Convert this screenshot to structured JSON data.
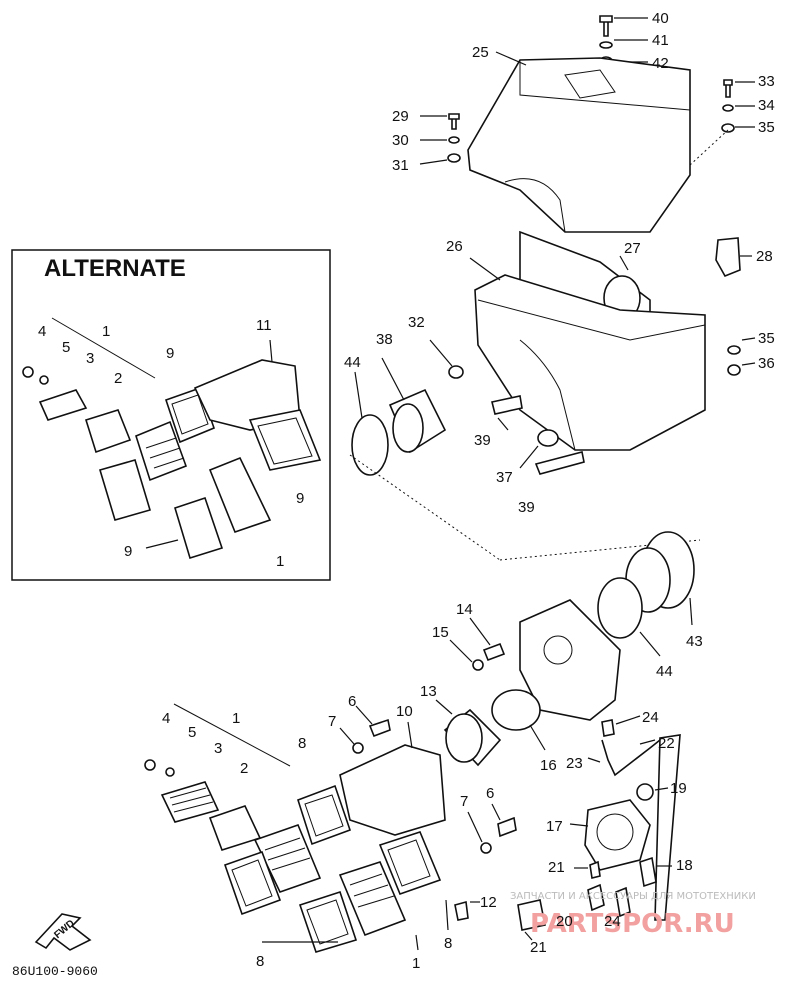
{
  "alternate_title": "ALTERNATE",
  "diagram_code": "86U100-9060",
  "fwd_label": "FWD",
  "watermark": {
    "small": "ЗАПЧАСТИ И АКСЕССУАРЫ ДЛЯ МОТОТЕХНИКИ",
    "big": "PARTSPOR.RU"
  },
  "callouts": [
    {
      "id": "c40",
      "text": "40"
    },
    {
      "id": "c41",
      "text": "41"
    },
    {
      "id": "c42",
      "text": "42"
    },
    {
      "id": "c25",
      "text": "25"
    },
    {
      "id": "c33",
      "text": "33"
    },
    {
      "id": "c34",
      "text": "34"
    },
    {
      "id": "c35a",
      "text": "35"
    },
    {
      "id": "c29",
      "text": "29"
    },
    {
      "id": "c30",
      "text": "30"
    },
    {
      "id": "c31",
      "text": "31"
    },
    {
      "id": "c26",
      "text": "26"
    },
    {
      "id": "c27",
      "text": "27"
    },
    {
      "id": "c28",
      "text": "28"
    },
    {
      "id": "c32",
      "text": "32"
    },
    {
      "id": "c38",
      "text": "38"
    },
    {
      "id": "c44a",
      "text": "44"
    },
    {
      "id": "c35b",
      "text": "35"
    },
    {
      "id": "c36",
      "text": "36"
    },
    {
      "id": "c39a",
      "text": "39"
    },
    {
      "id": "c37",
      "text": "37"
    },
    {
      "id": "c39b",
      "text": "39"
    },
    {
      "id": "a4",
      "text": "4"
    },
    {
      "id": "a5",
      "text": "5"
    },
    {
      "id": "a1",
      "text": "1"
    },
    {
      "id": "a3",
      "text": "3"
    },
    {
      "id": "a2",
      "text": "2"
    },
    {
      "id": "a9a",
      "text": "9"
    },
    {
      "id": "a11",
      "text": "11"
    },
    {
      "id": "a9b",
      "text": "9"
    },
    {
      "id": "a9c",
      "text": "9"
    },
    {
      "id": "a1b",
      "text": "1"
    },
    {
      "id": "c14",
      "text": "14"
    },
    {
      "id": "c15",
      "text": "15"
    },
    {
      "id": "c43",
      "text": "43"
    },
    {
      "id": "c44b",
      "text": "44"
    },
    {
      "id": "c13",
      "text": "13"
    },
    {
      "id": "c16",
      "text": "16"
    },
    {
      "id": "c10",
      "text": "10"
    },
    {
      "id": "c6a",
      "text": "6"
    },
    {
      "id": "c7a",
      "text": "7"
    },
    {
      "id": "c4",
      "text": "4"
    },
    {
      "id": "c5",
      "text": "5"
    },
    {
      "id": "c1a",
      "text": "1"
    },
    {
      "id": "c3",
      "text": "3"
    },
    {
      "id": "c2",
      "text": "2"
    },
    {
      "id": "c8a",
      "text": "8"
    },
    {
      "id": "c24a",
      "text": "24"
    },
    {
      "id": "c22",
      "text": "22"
    },
    {
      "id": "c23",
      "text": "23"
    },
    {
      "id": "c19",
      "text": "19"
    },
    {
      "id": "c17",
      "text": "17"
    },
    {
      "id": "c7b",
      "text": "7"
    },
    {
      "id": "c6b",
      "text": "6"
    },
    {
      "id": "c18",
      "text": "18"
    },
    {
      "id": "c21a",
      "text": "21"
    },
    {
      "id": "c12",
      "text": "12"
    },
    {
      "id": "c20",
      "text": "20"
    },
    {
      "id": "c24b",
      "text": "24"
    },
    {
      "id": "c21b",
      "text": "21"
    },
    {
      "id": "c8b",
      "text": "8"
    },
    {
      "id": "c8c",
      "text": "8"
    },
    {
      "id": "c1b",
      "text": "1"
    }
  ]
}
